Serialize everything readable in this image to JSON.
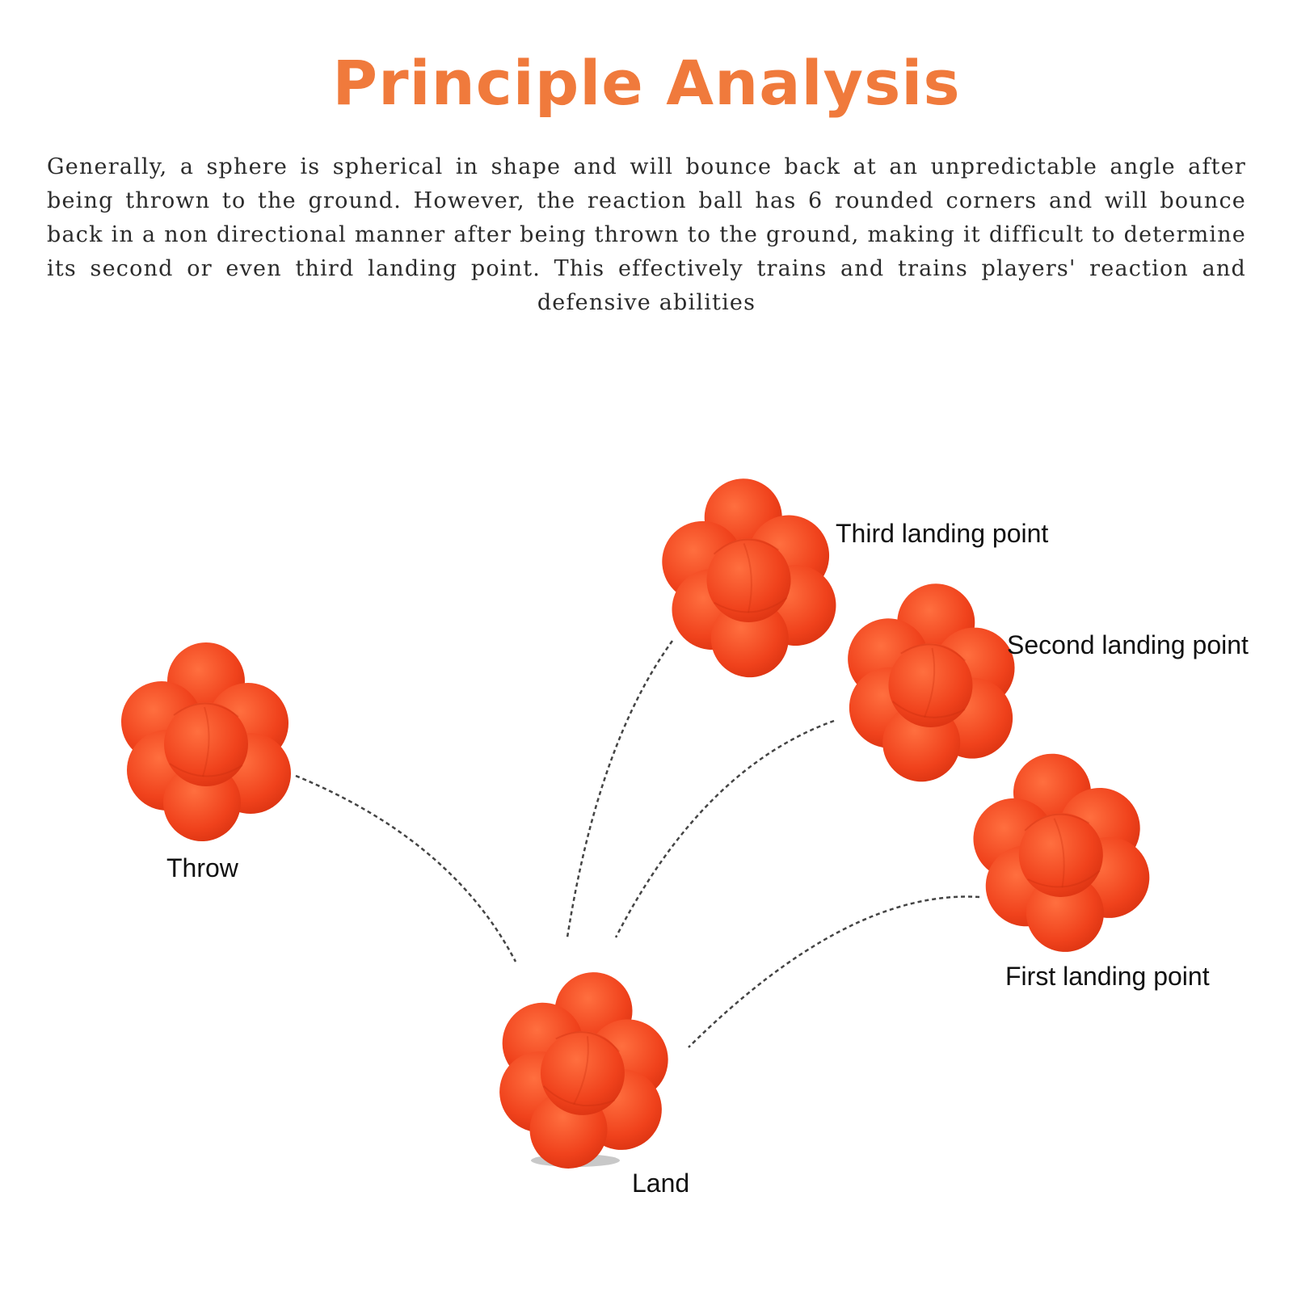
{
  "title": "Principle Analysis",
  "description": "Generally, a sphere is spherical in shape and will bounce back at an unpredictable angle after being thrown to the ground. However, the reaction ball has 6 rounded corners and will bounce back in a non directional manner after being thrown to the ground, making it difficult to determine its second or even third landing point. This effectively trains and trains players' reaction and defensive abilities",
  "labels": {
    "throw": "Throw",
    "land": "Land",
    "first": "First landing point",
    "second": "Second landing point",
    "third": "Third landing point"
  },
  "colors": {
    "title": "#f07a3c",
    "ball": "#f0401c",
    "ball_highlight": "#ff6a3a",
    "ball_shadow": "#d8300f",
    "path": "#444444"
  },
  "icons": {
    "ball": "hexagonal-reaction-ball"
  }
}
